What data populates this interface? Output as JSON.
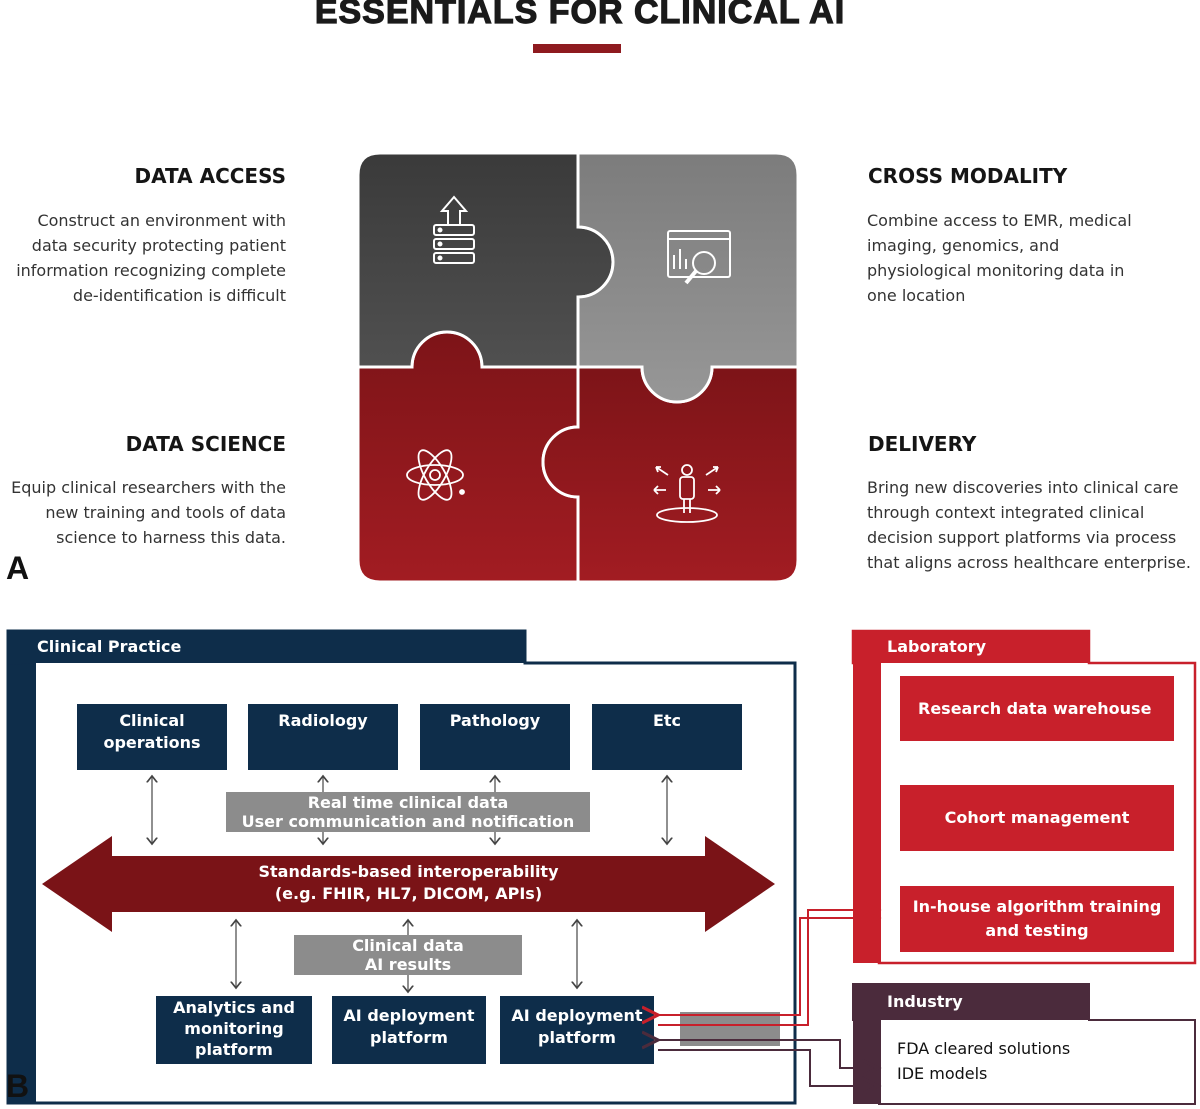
{
  "title": "ESSENTIALS FOR CLINICAL AI",
  "panel_a": {
    "letter": "A",
    "quadrants": [
      {
        "heading": "DATA ACCESS",
        "text": "Construct an environment with\ndata security protecting patient\ninformation recognizing complete\nde-identification is difficult",
        "icon": "server-upload-icon",
        "color": "#454545"
      },
      {
        "heading": "CROSS MODALITY",
        "text": "Combine access to EMR, medical\nimaging, genomics, and\nphysiological monitoring data in\none location",
        "icon": "magnifier-chart-icon",
        "color": "#8a8a8a"
      },
      {
        "heading": "DATA SCIENCE",
        "text": "Equip clinical researchers with the\nnew training and tools of data\nscience to harness this data.",
        "icon": "atom-icon",
        "color": "#8e1a1f"
      },
      {
        "heading": "DELIVERY",
        "text": "Bring new discoveries into clinical care\nthrough context integrated clinical\ndecision support platforms via process\nthat aligns across healthcare enterprise.",
        "icon": "person-arrows-icon",
        "color": "#8e1a1f"
      }
    ]
  },
  "panel_b": {
    "letter": "B",
    "clinical_practice": {
      "label": "Clinical Practice",
      "top_boxes": [
        "Clinical\noperations",
        "Radiology",
        "Pathology",
        "Etc"
      ],
      "upper_note": "Real time clinical data\nUser communication and notification",
      "interop": "Standards-based interoperability\n(e.g. FHIR, HL7, DICOM, APIs)",
      "lower_note": "Clinical data\nAI results",
      "bottom_boxes": [
        "Analytics and\nmonitoring\nplatform",
        "AI deployment\nplatform",
        "AI deployment\nplatform"
      ]
    },
    "laboratory": {
      "label": "Laboratory",
      "boxes": [
        "Research data warehouse",
        "Cohort management",
        "In-house algorithm training\nand testing"
      ]
    },
    "industry": {
      "label": "Industry",
      "text": "FDA cleared solutions\nIDE models"
    }
  },
  "colors": {
    "navy": "#0e2d4a",
    "red": "#c8202b",
    "dark_red": "#7a1317",
    "gray": "#8c8c8c",
    "industry": "#4b2b3c"
  }
}
